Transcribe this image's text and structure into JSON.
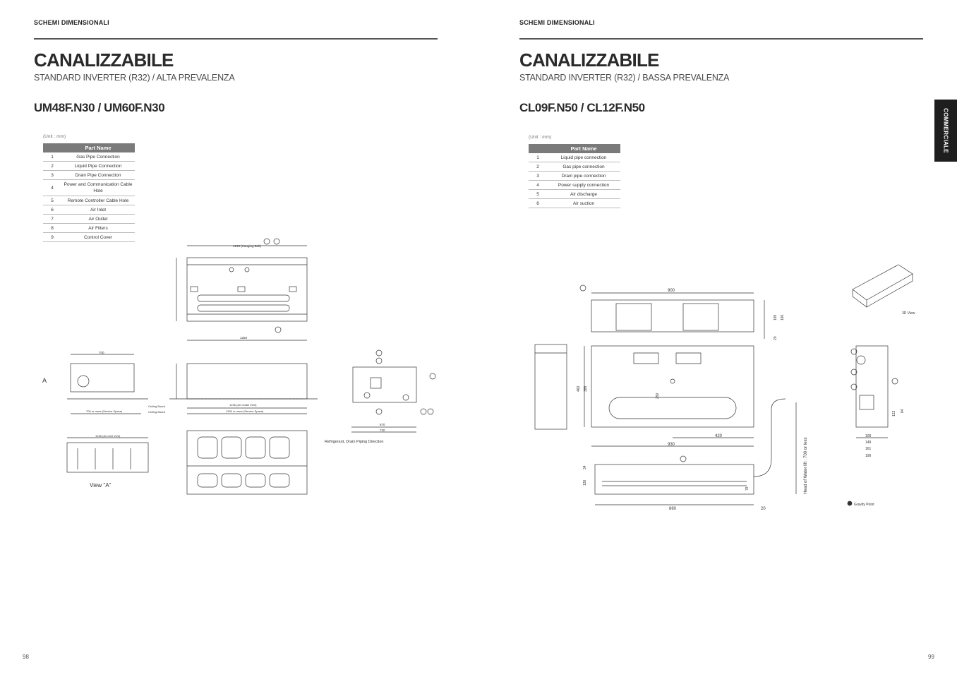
{
  "left": {
    "section": "SCHEMI DIMENSIONALI",
    "title": "CANALIZZABILE",
    "subtitle": "STANDARD INVERTER (R32) / ALTA PREVALENZA",
    "model": "UM48F.N30 / UM60F.N30",
    "unit_note": "(Unit : mm)",
    "table_header": "Part Name",
    "parts": [
      {
        "n": "1",
        "name": "Gas Pipe Connection"
      },
      {
        "n": "2",
        "name": "Liquid Pipe Connection"
      },
      {
        "n": "3",
        "name": "Drain Pipe Connection"
      },
      {
        "n": "4",
        "name": "Power and Communication Cable Hole"
      },
      {
        "n": "5",
        "name": "Remote Controller Cable Hole"
      },
      {
        "n": "6",
        "name": "Air Inlet"
      },
      {
        "n": "7",
        "name": "Air Outlet"
      },
      {
        "n": "8",
        "name": "Air Filters"
      },
      {
        "n": "9",
        "name": "Control Cover"
      }
    ],
    "drawing_labels": {
      "hanging_bolt": "1243 (Hanging Bolt)",
      "outlet_vent": "1236 (Air Outlet Vent)",
      "service_space": "1250 or more (Service Space)",
      "service_space_a": "700 or more (Service Space)",
      "ceiling_board": "Ceiling Board",
      "w_1259": "1259",
      "w_700": "700",
      "w_720": "720",
      "w_670": "670",
      "view_a": "View \"A\"",
      "arrow_a": "A",
      "refrigerant": "Refrigerant, Drain Piping Direction",
      "inlet_vent": "1236 (Air Inlet Vent)"
    },
    "page_number": "98"
  },
  "right": {
    "section": "SCHEMI DIMENSIONALI",
    "title": "CANALIZZABILE",
    "subtitle": "STANDARD INVERTER (R32) / BASSA PREVALENZA",
    "model": "CL09F.N50 / CL12F.N50",
    "unit_note": "(Unit : mm)",
    "table_header": "Part Name",
    "parts": [
      {
        "n": "1",
        "name": "Liquid pipe connection"
      },
      {
        "n": "2",
        "name": "Gas pipe connection"
      },
      {
        "n": "3",
        "name": "Drain pipe connection"
      },
      {
        "n": "4",
        "name": "Power supply connection"
      },
      {
        "n": "5",
        "name": "Air discharge"
      },
      {
        "n": "6",
        "name": "Air suction"
      }
    ],
    "drawing_labels": {
      "d900": "900",
      "d930": "930",
      "d860": "860",
      "d420": "420",
      "d460": "460",
      "d388": "388",
      "d250": "250",
      "d195": "195",
      "d190": "190",
      "d20": "20",
      "d34": "34",
      "d136": "136",
      "d78": "78",
      "d100": "100",
      "d149": "149",
      "d161": "161",
      "d190b": "190",
      "d122": "122",
      "d84": "84",
      "view_3d": "3D View",
      "head_water": "Head of Water lift : 700 or less",
      "gravity_point": "Gravity Point"
    },
    "page_number": "99"
  },
  "side_tab": "COMMERCIALE",
  "colors": {
    "text": "#2a2a2a",
    "rule": "#555555",
    "table_header": "#7a7a7a",
    "tab": "#1e1e1e"
  }
}
